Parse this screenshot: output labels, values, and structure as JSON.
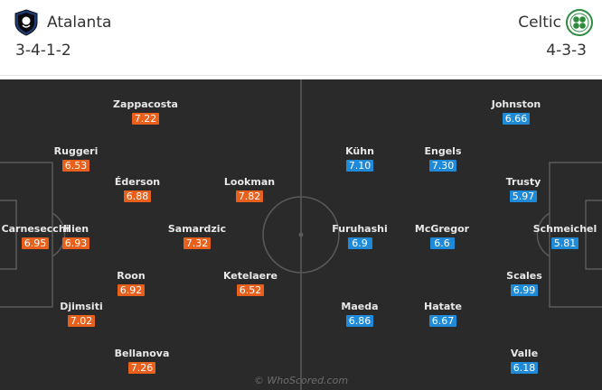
{
  "home": {
    "name": "Atalanta",
    "formation": "3-4-1-2",
    "crest_icon": "atalanta-crest-icon",
    "rating_color": "#e8601c"
  },
  "away": {
    "name": "Celtic",
    "formation": "4-3-3",
    "crest_icon": "celtic-crest-icon",
    "rating_color": "#1f8bd8"
  },
  "pitch_color": "#2a2a2a",
  "home_players": [
    {
      "name": "Zappacosta",
      "rating": "7.22"
    },
    {
      "name": "Ruggeri",
      "rating": "6.53"
    },
    {
      "name": "Éderson",
      "rating": "6.88"
    },
    {
      "name": "Lookman",
      "rating": "7.82"
    },
    {
      "name": "Carnesecchi",
      "rating": "6.95"
    },
    {
      "name": "Hien",
      "rating": "6.93"
    },
    {
      "name": "Samardzic",
      "rating": "7.32"
    },
    {
      "name": "Roon",
      "rating": "6.92"
    },
    {
      "name": "Ketelaere",
      "rating": "6.52"
    },
    {
      "name": "Djimsiti",
      "rating": "7.02"
    },
    {
      "name": "Bellanova",
      "rating": "7.26"
    }
  ],
  "away_players": [
    {
      "name": "Johnston",
      "rating": "6.66"
    },
    {
      "name": "Kühn",
      "rating": "7.10"
    },
    {
      "name": "Engels",
      "rating": "7.30"
    },
    {
      "name": "Trusty",
      "rating": "5.97"
    },
    {
      "name": "Furuhashi",
      "rating": "6.9"
    },
    {
      "name": "McGregor",
      "rating": "6.6"
    },
    {
      "name": "Schmeichel",
      "rating": "5.81"
    },
    {
      "name": "Scales",
      "rating": "6.99"
    },
    {
      "name": "Maeda",
      "rating": "6.86"
    },
    {
      "name": "Hatate",
      "rating": "6.67"
    },
    {
      "name": "Valle",
      "rating": "6.18"
    }
  ],
  "watermark": "© WhoScored.com"
}
